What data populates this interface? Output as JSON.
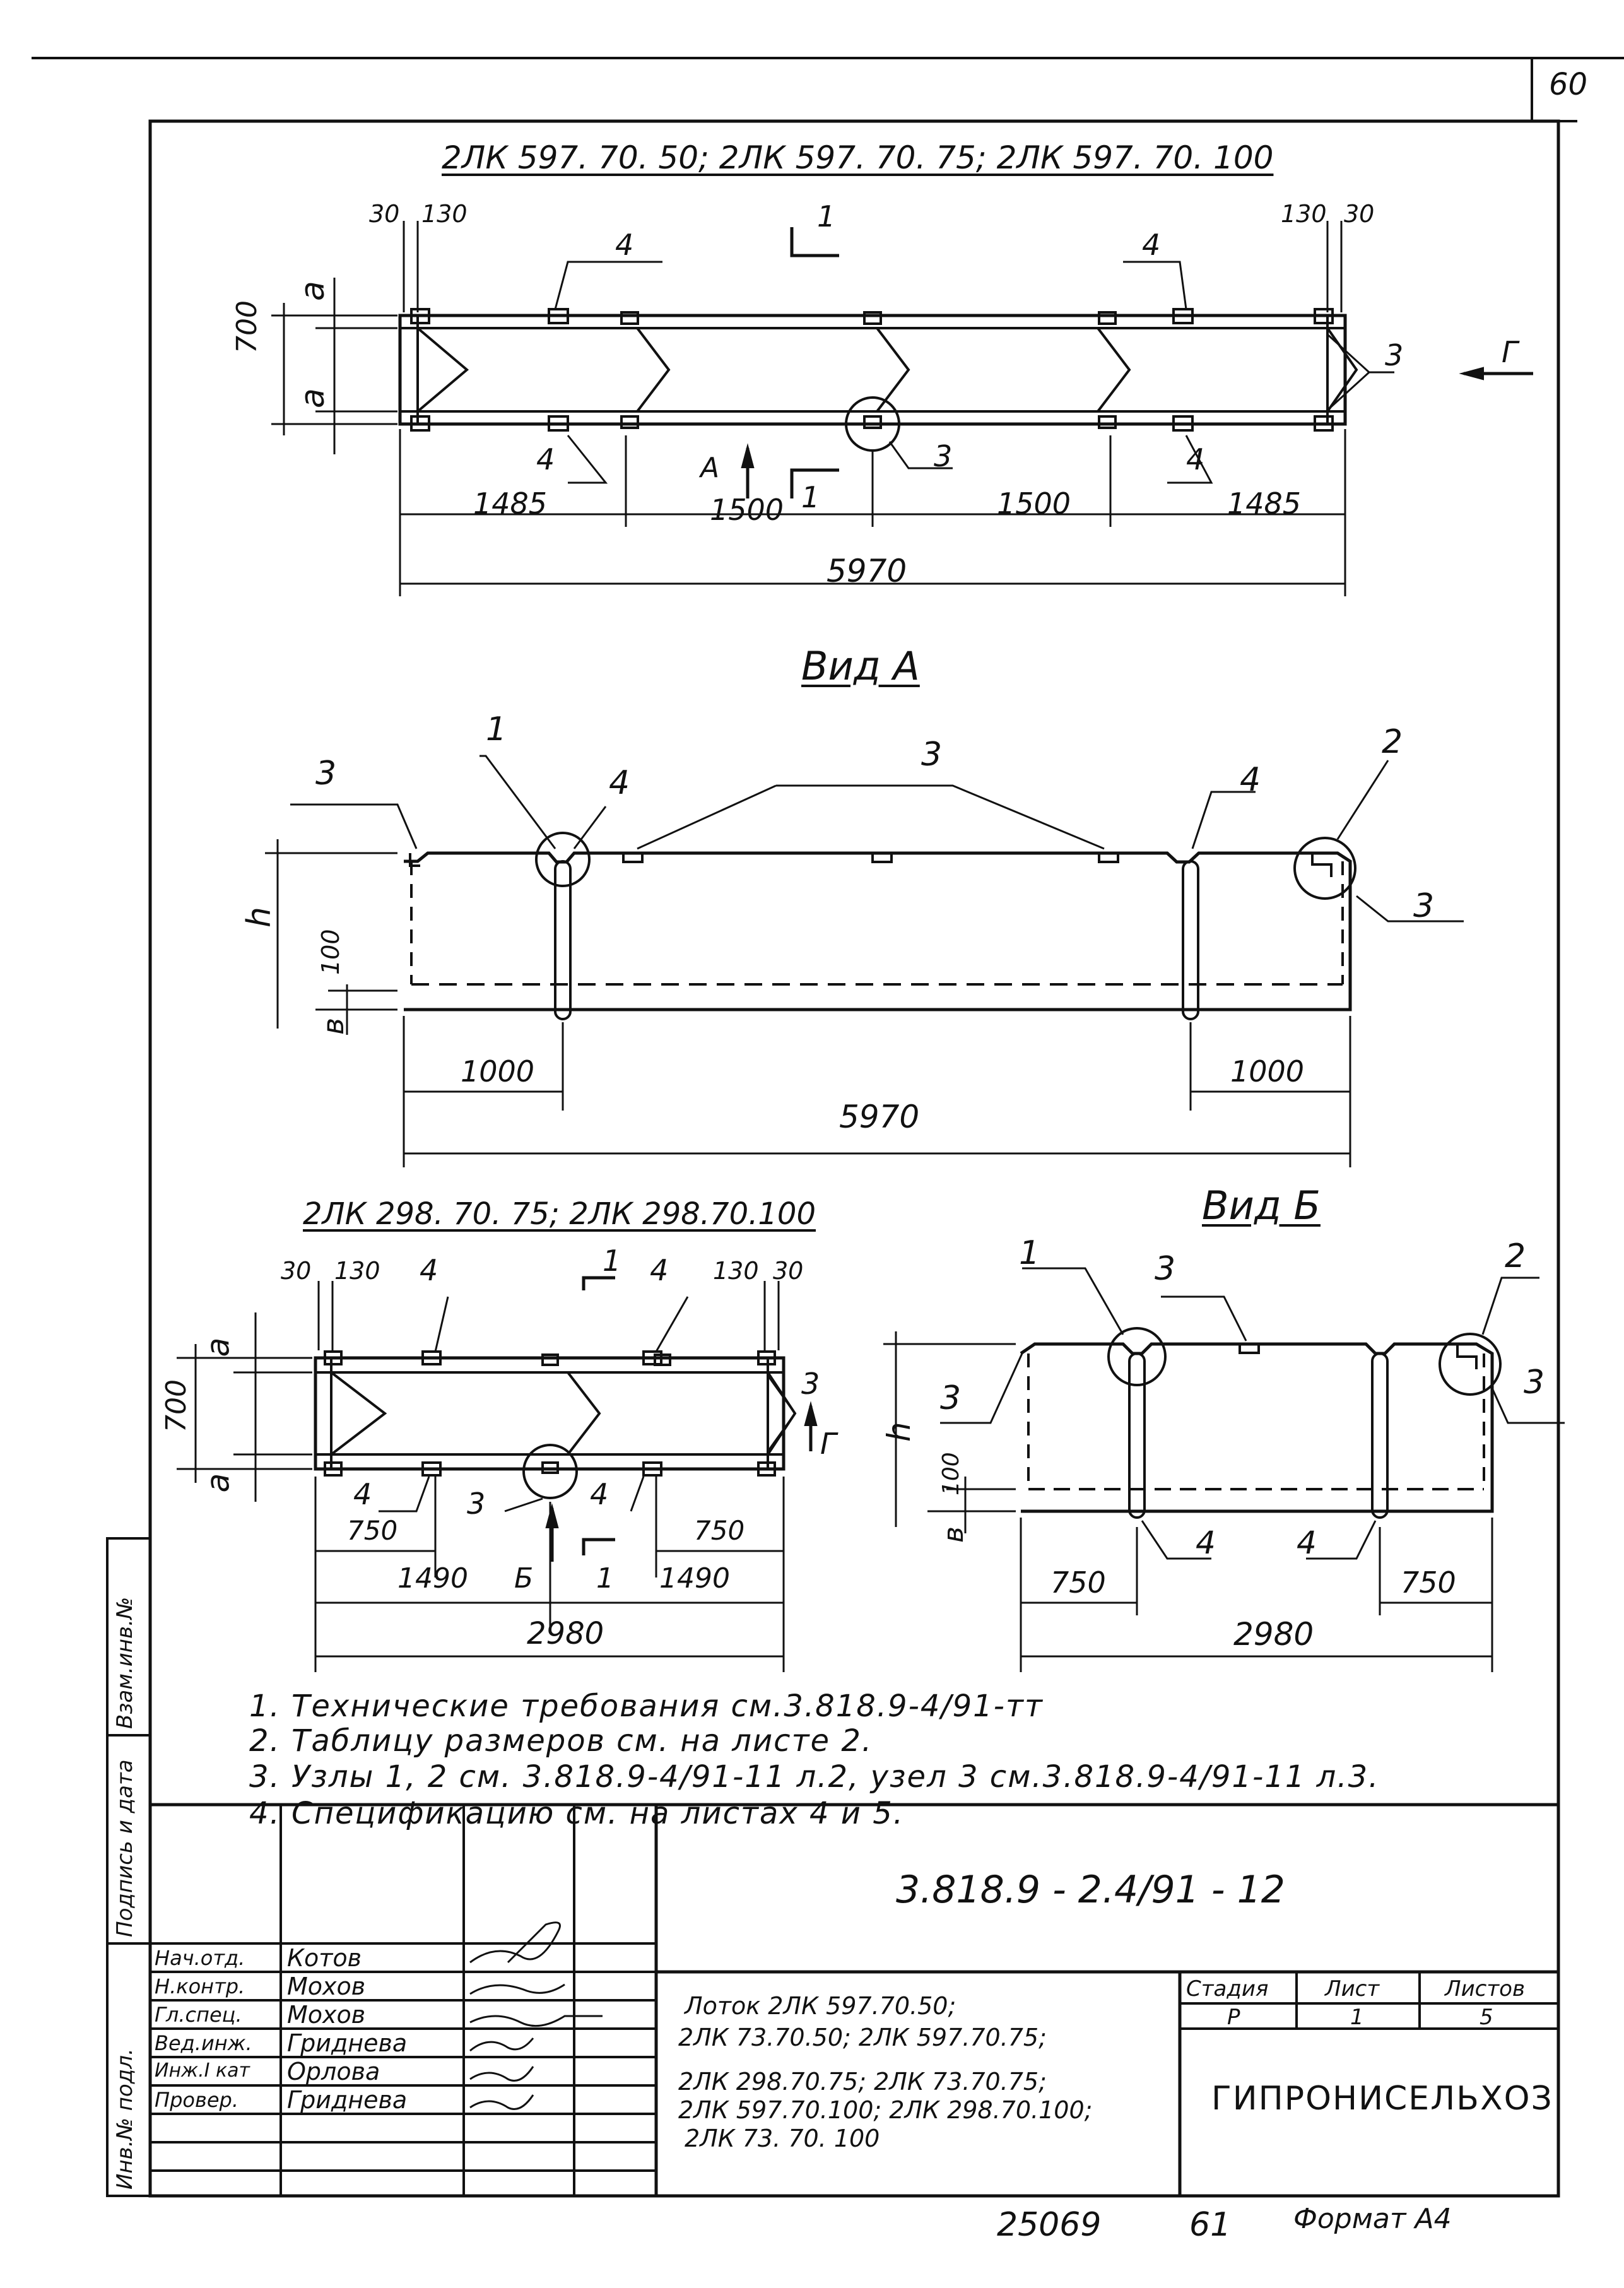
{
  "page_number": "60",
  "top_title": "2ЛК 597. 70. 50;  2ЛК 597. 70. 75;  2ЛК 597. 70. 100",
  "view_a_title": "Вид  А",
  "view_b_title": "Вид  Б",
  "lower_left_title": "2ЛК 298. 70. 75;  2ЛК 298.70.100",
  "top_plan": {
    "dims": {
      "d30_left": "30",
      "d130_left": "130",
      "d130_right": "130",
      "d30_right": "30",
      "d700": "700",
      "a_top": "a",
      "a_bot": "a",
      "d1485_left": "1485",
      "d1500_a": "1500",
      "d1500_b": "1500",
      "d1485_right": "1485",
      "d5970": "5970"
    },
    "callouts": {
      "c4_tl": "4",
      "c4_tr": "4",
      "c4_bl": "4",
      "c4_br": "4",
      "c3_mid": "3",
      "c3_right": "3",
      "sec1_top": "1",
      "sec1_bot": "1",
      "viewA": "А",
      "viewG": "Г"
    }
  },
  "view_a": {
    "dims": {
      "h": "h",
      "d100": "100",
      "b": "в",
      "d1000_l": "1000",
      "d1000_r": "1000",
      "d5970": "5970"
    },
    "callouts": {
      "c3_left": "3",
      "c1": "1",
      "c4_l": "4",
      "c3_top": "3",
      "c4_r": "4",
      "c2": "2",
      "c3_right": "3"
    }
  },
  "lower_plan": {
    "dims": {
      "d30_l": "30",
      "d130_l": "130",
      "d130_r": "130",
      "d30_r": "30",
      "d700": "700",
      "a_top": "a",
      "a_bot": "a",
      "d750_l": "750",
      "d750_r": "750",
      "d1490_l": "1490",
      "d1490_r": "1490",
      "d2980": "2980"
    },
    "callouts": {
      "c4_tl": "4",
      "c4_tr": "4",
      "c4_bl": "4",
      "c4_br": "4",
      "c3_mid": "3",
      "c3_right": "3",
      "sec1_top": "1",
      "sec1_bot": "1",
      "viewB": "Б",
      "viewG": "Г"
    }
  },
  "view_b": {
    "dims": {
      "h": "h",
      "d100": "100",
      "b": "в",
      "d750_l": "750",
      "d750_r": "750",
      "d2980": "2980"
    },
    "callouts": {
      "c1": "1",
      "c3_top": "3",
      "c2": "2",
      "c3_left": "3",
      "c3_right": "3",
      "c4_l": "4",
      "c4_r": "4"
    }
  },
  "notes": [
    "1.  Технические  требования  см.3.818.9-4/91-тт",
    "2.  Таблицу размеров  см. на  листе 2.",
    "3.  Узлы 1, 2  см. 3.818.9-4/91-11 л.2,  узел 3 см.3.818.9-4/91-11 л.3.",
    "4.  Спецификацию  см.  на  листах  4 и 5."
  ],
  "side_stamps": {
    "vzam": "Взам.инв.№",
    "podpis": "Подпись и дата",
    "inv": "Инв.№ подл."
  },
  "title_block": {
    "doc_code": "3.818.9 - 2.4/91 - 12",
    "roles": [
      {
        "role": "Нач.отд.",
        "name": "Котов"
      },
      {
        "role": "Н.контр.",
        "name": "Мохов"
      },
      {
        "role": "Гл.спец.",
        "name": "Мохов"
      },
      {
        "role": "Вед.инж.",
        "name": "Гриднева"
      },
      {
        "role": "Инж.I кат",
        "name": "Орлова"
      },
      {
        "role": "Провер.",
        "name": "Гриднева"
      }
    ],
    "description": [
      "Лоток  2ЛК 597.70.50;",
      "2ЛК  73.70.50; 2ЛК 597.70.75;",
      "2ЛК 298.70.75;  2ЛК 73.70.75;",
      "2ЛК 597.70.100; 2ЛК 298.70.100;",
      "2ЛК 73. 70. 100"
    ],
    "stage_label": "Стадия",
    "sheet_label": "Лист",
    "sheets_label": "Листов",
    "stage": "Р",
    "sheet": "1",
    "sheets": "5",
    "organization": "ГИПРОНИСЕЛЬХОЗ"
  },
  "footer": {
    "inv_number": "25069",
    "sheet_number": "61",
    "format": "Формат А4"
  }
}
